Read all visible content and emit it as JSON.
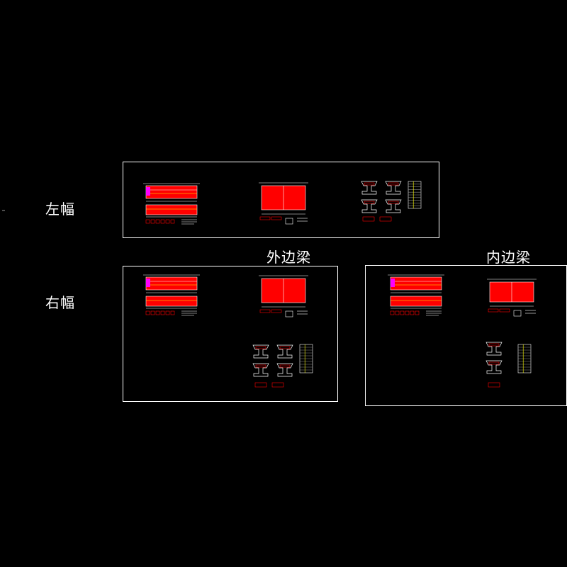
{
  "labels": {
    "left_deck": "左幅",
    "right_deck": "右幅",
    "outer_beam": "外边梁",
    "inner_beam": "内边梁"
  },
  "colors": {
    "background": "#000000",
    "frame": "#ffffff",
    "fill": "#ff0000",
    "accent": "#ffff00",
    "accent2": "#ff00ff"
  }
}
